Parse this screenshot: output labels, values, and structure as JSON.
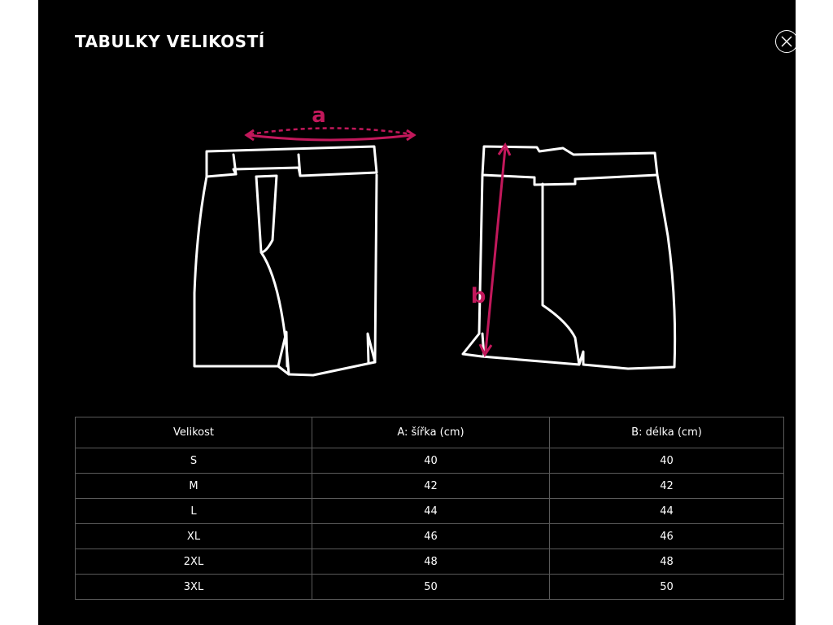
{
  "modal": {
    "title": "TABULKY VELIKOSTÍ",
    "close_icon": "close-icon"
  },
  "illustration": {
    "label_a": "a",
    "label_b": "b",
    "accent_color": "#c2185b",
    "line_color": "#ffffff"
  },
  "table": {
    "headers": [
      "Velikost",
      "A: šířka (cm)",
      "B: délka (cm)"
    ],
    "rows": [
      [
        "S",
        "40",
        "40"
      ],
      [
        "M",
        "42",
        "42"
      ],
      [
        "L",
        "44",
        "44"
      ],
      [
        "XL",
        "46",
        "46"
      ],
      [
        "2XL",
        "48",
        "48"
      ],
      [
        "3XL",
        "50",
        "50"
      ]
    ]
  }
}
